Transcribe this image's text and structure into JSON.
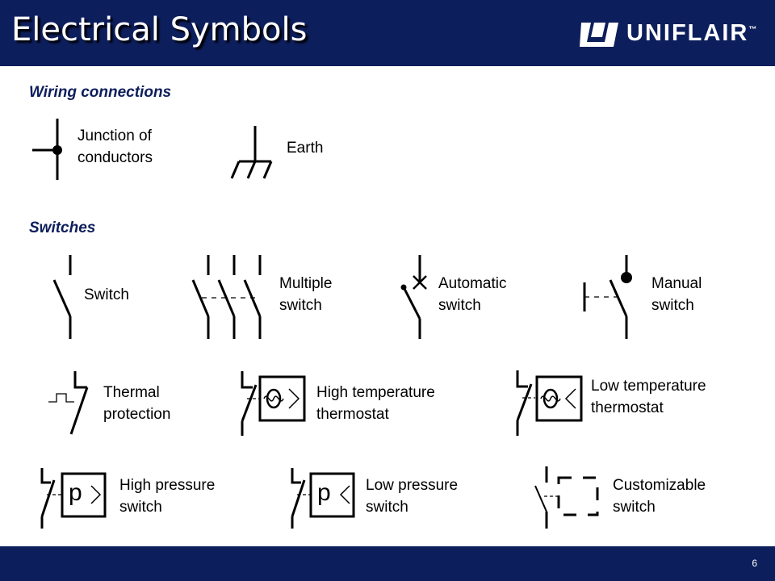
{
  "header": {
    "title": "Electrical Symbols",
    "logo_mark": "U",
    "logo_text": "UNIFLAIR",
    "logo_tm": "™"
  },
  "footer": {
    "page_number": "6"
  },
  "colors": {
    "navy": "#0d1e5c",
    "text": "#000000",
    "white": "#ffffff"
  },
  "sections": {
    "wiring": "Wiring connections",
    "switches": "Switches"
  },
  "symbols": {
    "junction": {
      "line1": "Junction of",
      "line2": "conductors"
    },
    "earth": {
      "line1": "Earth"
    },
    "switch": {
      "line1": "Switch"
    },
    "multiple_switch": {
      "line1": "Multiple",
      "line2": "switch"
    },
    "automatic_switch": {
      "line1": "Automatic",
      "line2": "switch"
    },
    "manual_switch": {
      "line1": "Manual",
      "line2": "switch"
    },
    "thermal_protection": {
      "line1": "Thermal",
      "line2": "protection"
    },
    "high_temp_thermostat": {
      "line1": "High temperature",
      "line2": "thermostat"
    },
    "low_temp_thermostat": {
      "line1": "Low temperature",
      "line2": "thermostat"
    },
    "high_pressure_switch": {
      "line1": "High pressure",
      "line2": "switch",
      "glyph": "p"
    },
    "low_pressure_switch": {
      "line1": "Low pressure",
      "line2": "switch",
      "glyph": "p"
    },
    "customizable_switch": {
      "line1": "Customizable",
      "line2": "switch"
    }
  }
}
